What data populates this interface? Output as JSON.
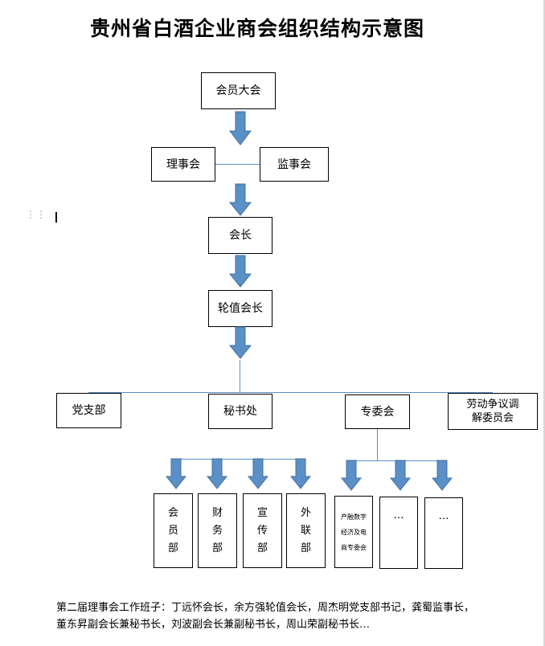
{
  "title": "贵州省白酒企业商会组织结构示意图",
  "nodes": {
    "general_assembly": "会员大会",
    "council": "理事会",
    "supervisory_board": "监事会",
    "president": "会长",
    "rotating_president": "轮值会长",
    "party_branch": "党支部",
    "secretariat": "秘书处",
    "special_committee": "专委会",
    "labor_mediation": "劳动争议调解委员会",
    "member_dept": "会员部",
    "finance_dept": "财务部",
    "publicity_dept": "宣传部",
    "external_dept": "外联部",
    "digital_economy_committee": "产融数字经济及电商专委会",
    "placeholder_1": "…",
    "placeholder_2": "…"
  },
  "footer": "第二届理事会工作班子：丁远怀会长，余方强轮值会长，周杰明党支部书记，龚蜀监事长，董东昇副会长兼秘书长，刘波副会长兼副秘书长，周山荣副秘书长…",
  "colors": {
    "arrow_fill": "#5b8fc7",
    "arrow_stroke": "#41719c",
    "line": "#5b8fc7"
  },
  "icons": {
    "drag_handle": "drag-handle-icon",
    "text_cursor": "text-cursor-icon"
  }
}
